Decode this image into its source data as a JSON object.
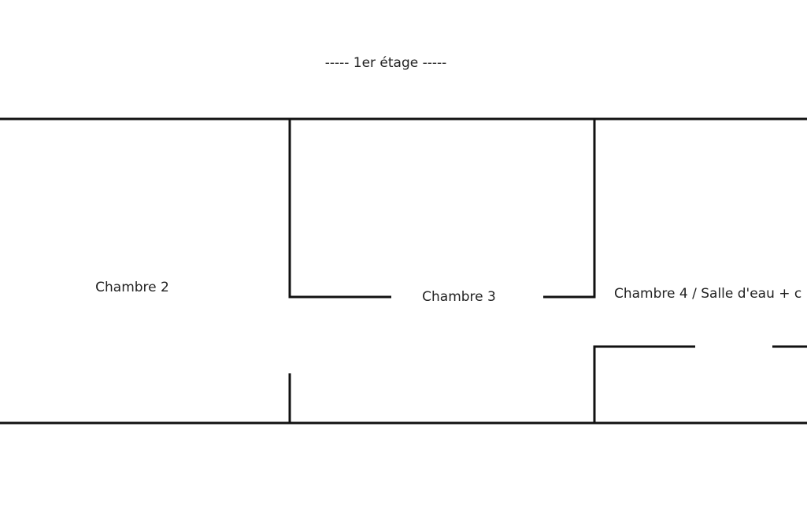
{
  "title": "----- 1er étage -----",
  "rooms": [
    {
      "name": "Chambre 2"
    },
    {
      "name": "Chambre 3"
    },
    {
      "name": "Chambre 4 / Salle d'eau + c"
    }
  ],
  "colors": {
    "wall": "#111111",
    "text": "#222222",
    "background": "#ffffff"
  }
}
